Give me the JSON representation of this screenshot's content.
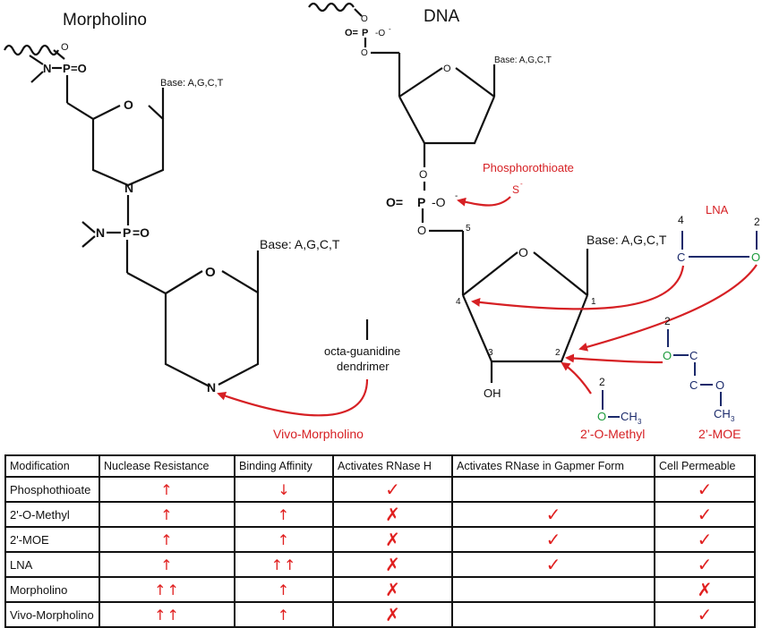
{
  "titles": {
    "morpholino": "Morpholino",
    "dna": "DNA"
  },
  "labels": {
    "base1": "Base: A,G,C,T",
    "base2": "Base: A,G,C,T",
    "base3": "Base: A,G,C,T",
    "base4": "Base: A,G,C,T",
    "octa1": "octa-guanidine",
    "octa2": "dendrimer",
    "vivo": "Vivo-Morpholino",
    "phosphorothioate": "Phosphorothioate",
    "lna": "LNA",
    "omethyl": "2’-O-Methyl",
    "moe": "2’-MOE",
    "oh": "OH",
    "n1": "1",
    "n2": "2",
    "n3": "3",
    "n4": "4",
    "n5": "5",
    "lna4": "4",
    "lna2": "2",
    "moe2": "2",
    "om2": "2"
  },
  "atoms": {
    "N": "N",
    "P": "P",
    "O": "O",
    "C": "C",
    "S": "S",
    "ch": "CH",
    "sub3": "3",
    "minus": "-",
    "dblO": "=O"
  },
  "table": {
    "headers": [
      "Modification",
      "Nuclease Resistance",
      "Binding Affinity",
      "Activates RNase H",
      "Activates RNase in Gapmer Form",
      "Cell Permeable"
    ],
    "rows": [
      [
        "Phosphothioate",
        "↑",
        "↓",
        "✓",
        "",
        "✓"
      ],
      [
        "2'-O-Methyl",
        "↑",
        "↑",
        "✗",
        "✓",
        "✓"
      ],
      [
        "2'-MOE",
        "↑",
        "↑",
        "✗",
        "✓",
        "✓"
      ],
      [
        "LNA",
        "↑",
        "↑↑",
        "✗",
        "✓",
        "✓"
      ],
      [
        "Morpholino",
        "↑↑",
        "↑",
        "✗",
        "",
        "✗"
      ],
      [
        "Vivo-Morpholino",
        "↑↑",
        "↑",
        "✗",
        "",
        "✓"
      ]
    ]
  },
  "colors": {
    "arrow": "#d62024",
    "blue": "#1b2a6b",
    "green": "#1a9a3a"
  }
}
